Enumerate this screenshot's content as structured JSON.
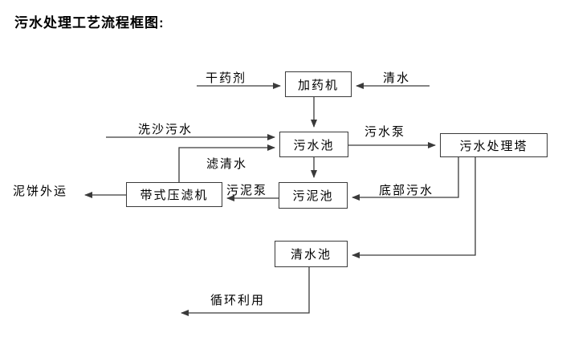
{
  "title": "污水处理工艺流程框图:",
  "colors": {
    "background": "#ffffff",
    "line": "#3a3a3a",
    "text": "#000000"
  },
  "diagram": {
    "nodes": {
      "dosing_machine": "加药机",
      "sewage_pool": "污水池",
      "treatment_tower": "污水处理塔",
      "sludge_pool": "污泥池",
      "belt_filter_press": "带式压滤机",
      "clean_water_pool": "清水池"
    },
    "flow_labels": {
      "dry_agent": "干药剂",
      "clean_water": "清水",
      "sand_washing_sewage": "洗沙污水",
      "sewage_pump": "污水泵",
      "filtered_water": "滤清水",
      "sludge_pump": "污泥泵",
      "bottom_sewage": "底部污水",
      "mud_cake_outbound": "泥饼外运",
      "recycling": "循环利用"
    }
  }
}
